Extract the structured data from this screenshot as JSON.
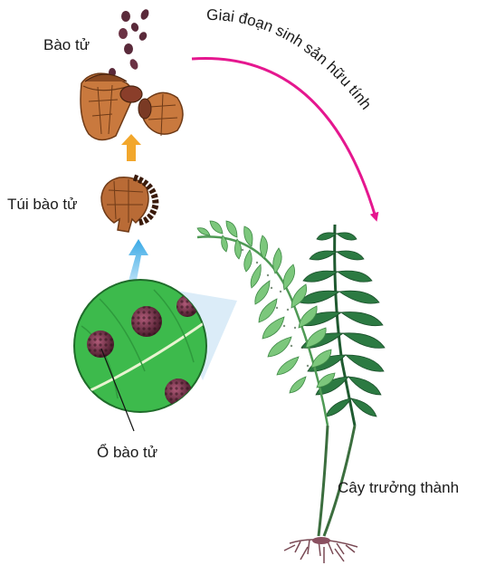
{
  "labels": {
    "spores": "Bào tử",
    "sporangium": "Túi bào tử",
    "sorus": "Ổ bào tử",
    "adult_plant": "Cây trưởng thành",
    "sexual_stage": "Giai đoạn sinh sản hữu tính"
  },
  "colors": {
    "arrow_magenta": "#e5178f",
    "arrow_blue": "#39a9e6",
    "arrow_orange": "#f2a72c",
    "frond_light": "#7cc77c",
    "frond_dark": "#2c7a42",
    "leaf_green": "#3dba4c",
    "sporangium_brown": "#a8663a",
    "spore_purple": "#5a2a3a"
  }
}
